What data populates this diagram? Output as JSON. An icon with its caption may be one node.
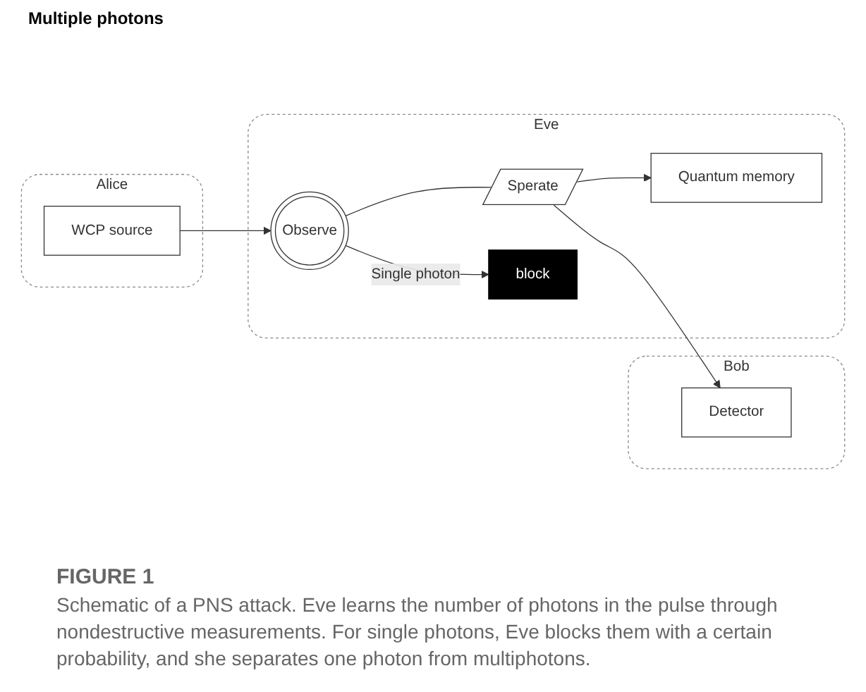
{
  "diagram": {
    "caption": "Schematic of a PNS attack. Eve learns the number of photons in the pulse through nondestructive measurements. For single photons, Eve blocks them with a certain probability, and she separates one photon from multiphotons.",
    "nodes": [
      {
        "text": [
          "Alice"
        ]
      },
      {
        "text": [
          "WCP source"
        ],
        "in": 0
      },
      {
        "text": [
          "Eve"
        ]
      },
      {
        "text": [
          "Observe"
        ],
        "in": 2
      },
      {
        "text": [
          "Quantum memory"
        ],
        "in": 2
      },
      {
        "text": [
          "Sperate"
        ],
        "in": 2
      },
      {
        "text": [
          "block"
        ],
        "in": 2
      },
      {
        "text": [
          "Bob"
        ]
      },
      {
        "text": [
          "Detector"
        ],
        "in": 7
      }
    ],
    "edges": [
      {
        "from": 1,
        "to": 3,
        "arrow": "to"
      },
      {
        "from": 3,
        "to": 5,
        "arrow": "none"
      },
      {
        "from": 5,
        "to": 8,
        "arrow": "to"
      },
      {
        "from": 5,
        "to": 4,
        "arrow": "to"
      },
      {
        "from": 3,
        "to": 6,
        "arrow": "to",
        "label": "Single photon"
      }
    ],
    "labels": [
      "Multiple photons",
      "FIGURE 1"
    ]
  }
}
